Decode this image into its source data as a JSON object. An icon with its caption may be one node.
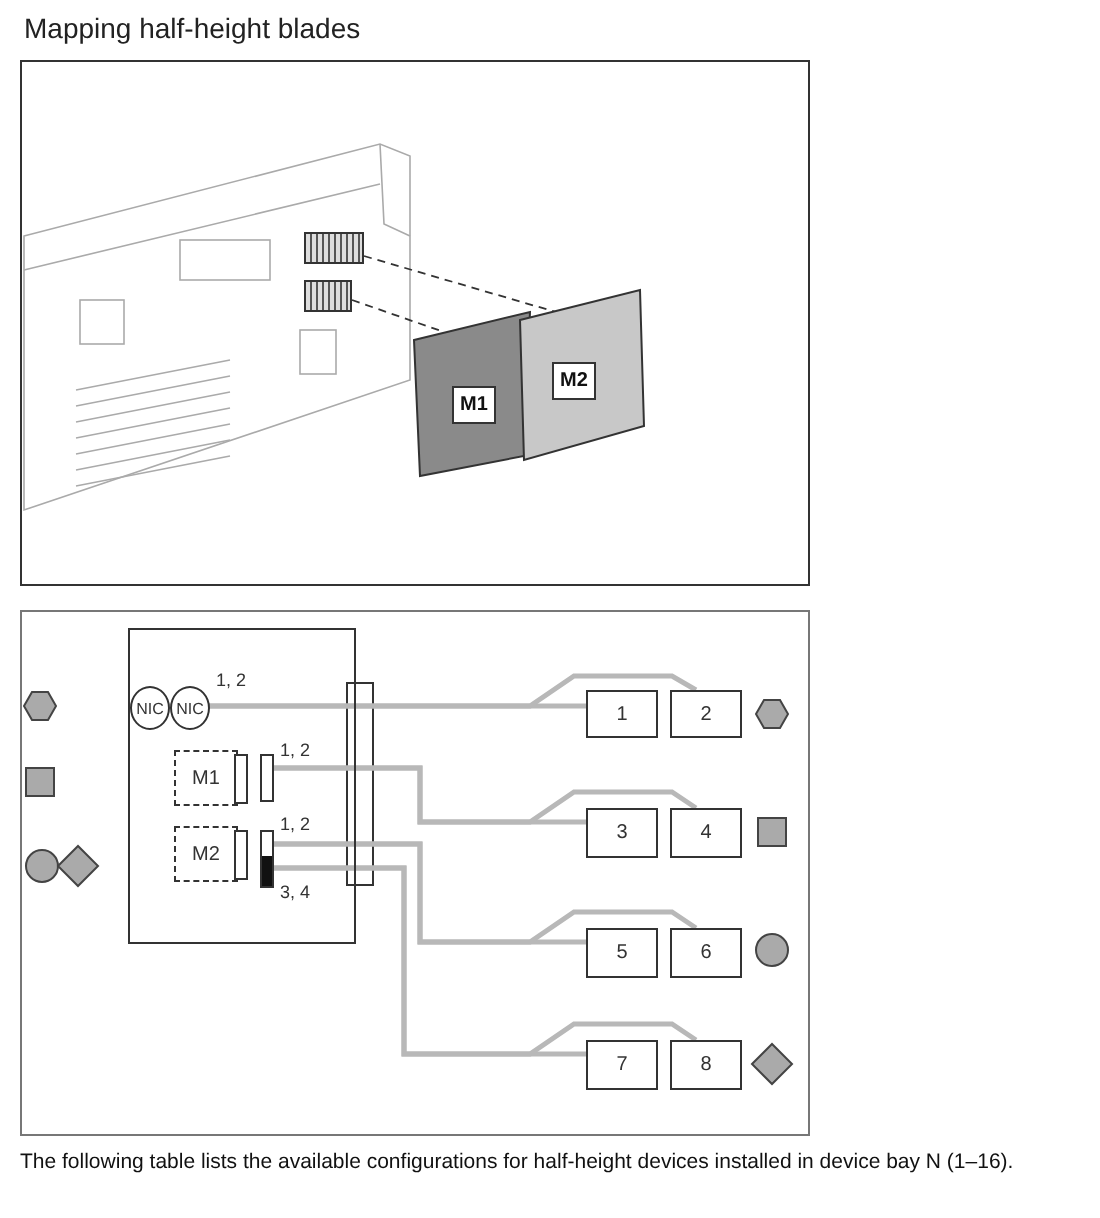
{
  "diagram": {
    "title": "Mapping half-height blades",
    "caption": "The following table lists the available configurations for half-height devices installed in device bay N (1–16).",
    "nodes": [
      {
        "text": [
          "M1"
        ]
      },
      {
        "text": [
          "M2"
        ]
      },
      {
        "text": [],
        "shape": "box"
      },
      {
        "text": [
          "NIC"
        ],
        "in": 2
      },
      {
        "text": [
          "NIC"
        ],
        "in": 2,
        "beside": [
          "1, 2"
        ]
      },
      {
        "text": [
          "M1"
        ],
        "in": 2
      },
      {
        "text": [],
        "shape": "box",
        "in": 2,
        "beside": [
          "1, 2"
        ]
      },
      {
        "text": [
          "M2"
        ],
        "in": 2
      },
      {
        "text": [],
        "shape": "box",
        "in": 2,
        "beside": [
          "1, 2",
          "3, 4"
        ]
      },
      {
        "text": [
          "1"
        ]
      },
      {
        "text": [
          "2"
        ]
      },
      {
        "text": [
          "3"
        ]
      },
      {
        "text": [
          "4"
        ]
      },
      {
        "text": [
          "5"
        ]
      },
      {
        "text": [
          "6"
        ]
      },
      {
        "text": [
          "7"
        ]
      },
      {
        "text": [
          "8"
        ]
      },
      {
        "text": [],
        "shape": "box"
      },
      {
        "text": [],
        "shape": "box"
      }
    ],
    "edges": [
      {
        "from": 4,
        "to": 9,
        "arrow": "none"
      },
      {
        "from": 4,
        "to": 10,
        "arrow": "none"
      },
      {
        "from": 6,
        "to": 11,
        "arrow": "none"
      },
      {
        "from": 6,
        "to": 12,
        "arrow": "none"
      },
      {
        "from": 8,
        "to": 13,
        "arrow": "none"
      },
      {
        "from": 8,
        "to": 14,
        "arrow": "none"
      },
      {
        "from": 8,
        "to": 15,
        "arrow": "none"
      },
      {
        "from": 8,
        "to": 16,
        "arrow": "none"
      },
      {
        "from": 17,
        "to": 1,
        "arrow": "none",
        "style": "dashed",
        "color": "#333333"
      },
      {
        "from": 18,
        "to": 0,
        "arrow": "none",
        "style": "dashed",
        "color": "#333333"
      }
    ]
  }
}
